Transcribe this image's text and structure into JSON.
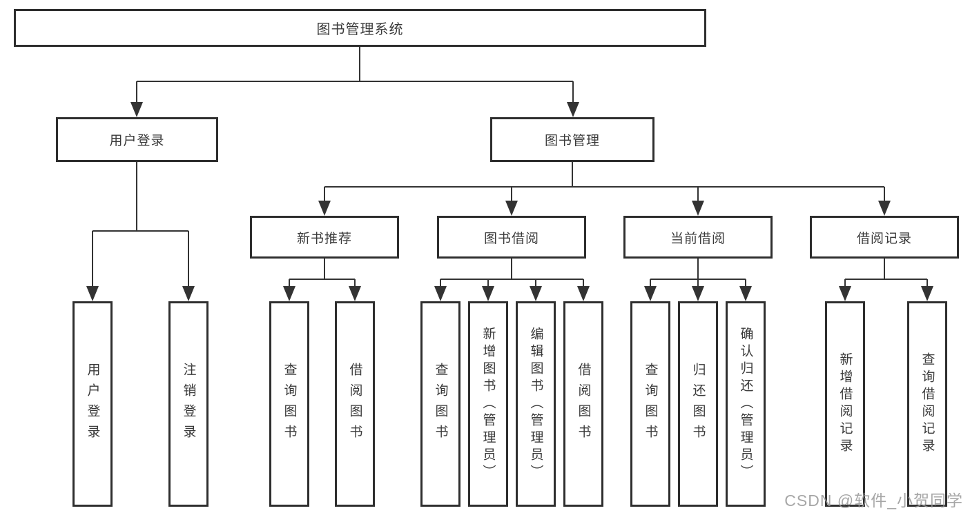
{
  "diagram": {
    "title": "图书管理系统",
    "branches": {
      "user": {
        "label": "用户登录",
        "children": [
          "用户登录",
          "注销登录"
        ]
      },
      "books": {
        "label": "图书管理",
        "sections": [
          {
            "label": "新书推荐",
            "children": [
              "查询图书",
              "借阅图书"
            ]
          },
          {
            "label": "图书借阅",
            "children": [
              "查询图书",
              "新增图书（管理员）",
              "编辑图书（管理员）",
              "借阅图书"
            ]
          },
          {
            "label": "当前借阅",
            "children": [
              "查询图书",
              "归还图书",
              "确认归还（管理员）"
            ]
          },
          {
            "label": "借阅记录",
            "children": [
              "新增借阅记录",
              "查询借阅记录"
            ]
          }
        ]
      }
    }
  },
  "watermark": "CSDN @软件_小贺同学"
}
